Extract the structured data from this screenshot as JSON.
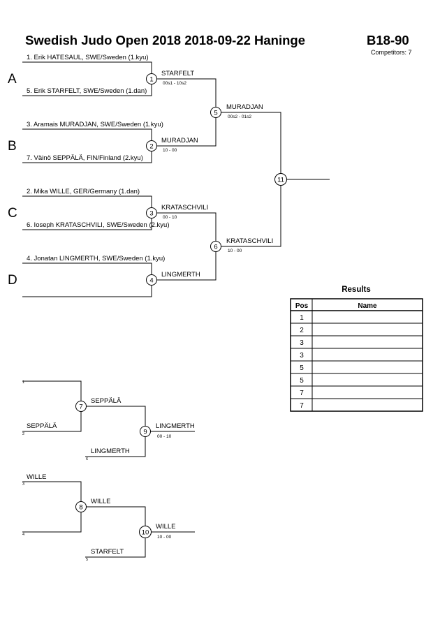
{
  "header": {
    "title": "Swedish Judo Open 2018  2018-09-22  Haninge",
    "category": "B18-90",
    "competitors": "Competitors: 7"
  },
  "pools": [
    "A",
    "B",
    "C",
    "D"
  ],
  "athletes": [
    "1. Erik HATESAUL, SWE/Sweden (1.kyu)",
    "5. Erik STARFELT, SWE/Sweden (1.dan)",
    "3. Aramais MURADJAN, SWE/Sweden (1.kyu)",
    "7. Väinö SEPPÄLÄ, FIN/Finland (2.kyu)",
    "2. Mika WILLE, GER/Germany (1.dan)",
    "6. Ioseph KRATASCHVILI, SWE/Sweden (2.kyu)",
    "4. Jonatan LINGMERTH, SWE/Sweden (1.kyu)"
  ],
  "matches": [
    {
      "num": "1",
      "winner": "STARFELT",
      "score": "00s1 - 10s2"
    },
    {
      "num": "2",
      "winner": "MURADJAN",
      "score": "10 - 00"
    },
    {
      "num": "3",
      "winner": "KRATASCHVILI",
      "score": "00 - 10"
    },
    {
      "num": "4",
      "winner": "LINGMERTH",
      "score": ""
    },
    {
      "num": "5",
      "winner": "MURADJAN",
      "score": "00s2 - 01s2"
    },
    {
      "num": "6",
      "winner": "KRATASCHVILI",
      "score": "10 - 00"
    },
    {
      "num": "11",
      "winner": "",
      "score": ""
    }
  ],
  "repechage": {
    "bracket1": {
      "slot_top": "",
      "slot_top_code": "1",
      "slot_bottom": "SEPPÄLÄ",
      "slot_bottom_code": "2",
      "m7": {
        "num": "7",
        "winner": "SEPPÄLÄ"
      },
      "slot_lower": "LINGMERTH",
      "slot_lower_code": "6",
      "m9": {
        "num": "9",
        "winner": "LINGMERTH",
        "score": "00 - 10"
      }
    },
    "bracket2": {
      "slot_top": "WILLE",
      "slot_top_code": "3",
      "slot_bottom": "",
      "slot_bottom_code": "4",
      "m8": {
        "num": "8",
        "winner": "WILLE"
      },
      "slot_lower": "STARFELT",
      "slot_lower_code": "5",
      "m10": {
        "num": "10",
        "winner": "WILLE",
        "score": "10 - 00"
      }
    }
  },
  "results": {
    "title": "Results",
    "col_pos": "Pos",
    "col_name": "Name",
    "rows": [
      {
        "pos": "1",
        "name": ""
      },
      {
        "pos": "2",
        "name": ""
      },
      {
        "pos": "3",
        "name": ""
      },
      {
        "pos": "3",
        "name": ""
      },
      {
        "pos": "5",
        "name": ""
      },
      {
        "pos": "5",
        "name": ""
      },
      {
        "pos": "7",
        "name": ""
      },
      {
        "pos": "7",
        "name": ""
      }
    ]
  }
}
